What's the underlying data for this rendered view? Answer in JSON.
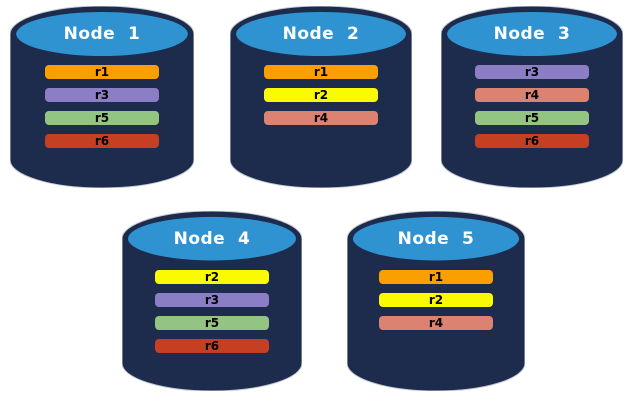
{
  "colors": {
    "background": "#ffffff",
    "cylinder_body": "#1D2B4D",
    "cylinder_outline": "#C4CAD4",
    "cylinder_cap": "#2F93D2",
    "node_title_color": "#ffffff",
    "replica_label_color": "#000000"
  },
  "replica_palette": {
    "r1": "#FB9E00",
    "r2": "#FAFA00",
    "r3": "#8C7EC4",
    "r4": "#DC8271",
    "r5": "#94C481",
    "r6": "#C54023"
  },
  "nodes": [
    {
      "id": "node-1",
      "label": "Node  1",
      "replicas": [
        "r1",
        "r3",
        "r5",
        "r6"
      ]
    },
    {
      "id": "node-2",
      "label": "Node  2",
      "replicas": [
        "r1",
        "r2",
        "r4"
      ]
    },
    {
      "id": "node-3",
      "label": "Node  3",
      "replicas": [
        "r3",
        "r4",
        "r5",
        "r6"
      ]
    },
    {
      "id": "node-4",
      "label": "Node  4",
      "replicas": [
        "r2",
        "r3",
        "r5",
        "r6"
      ]
    },
    {
      "id": "node-5",
      "label": "Node  5",
      "replicas": [
        "r1",
        "r2",
        "r4"
      ]
    }
  ]
}
